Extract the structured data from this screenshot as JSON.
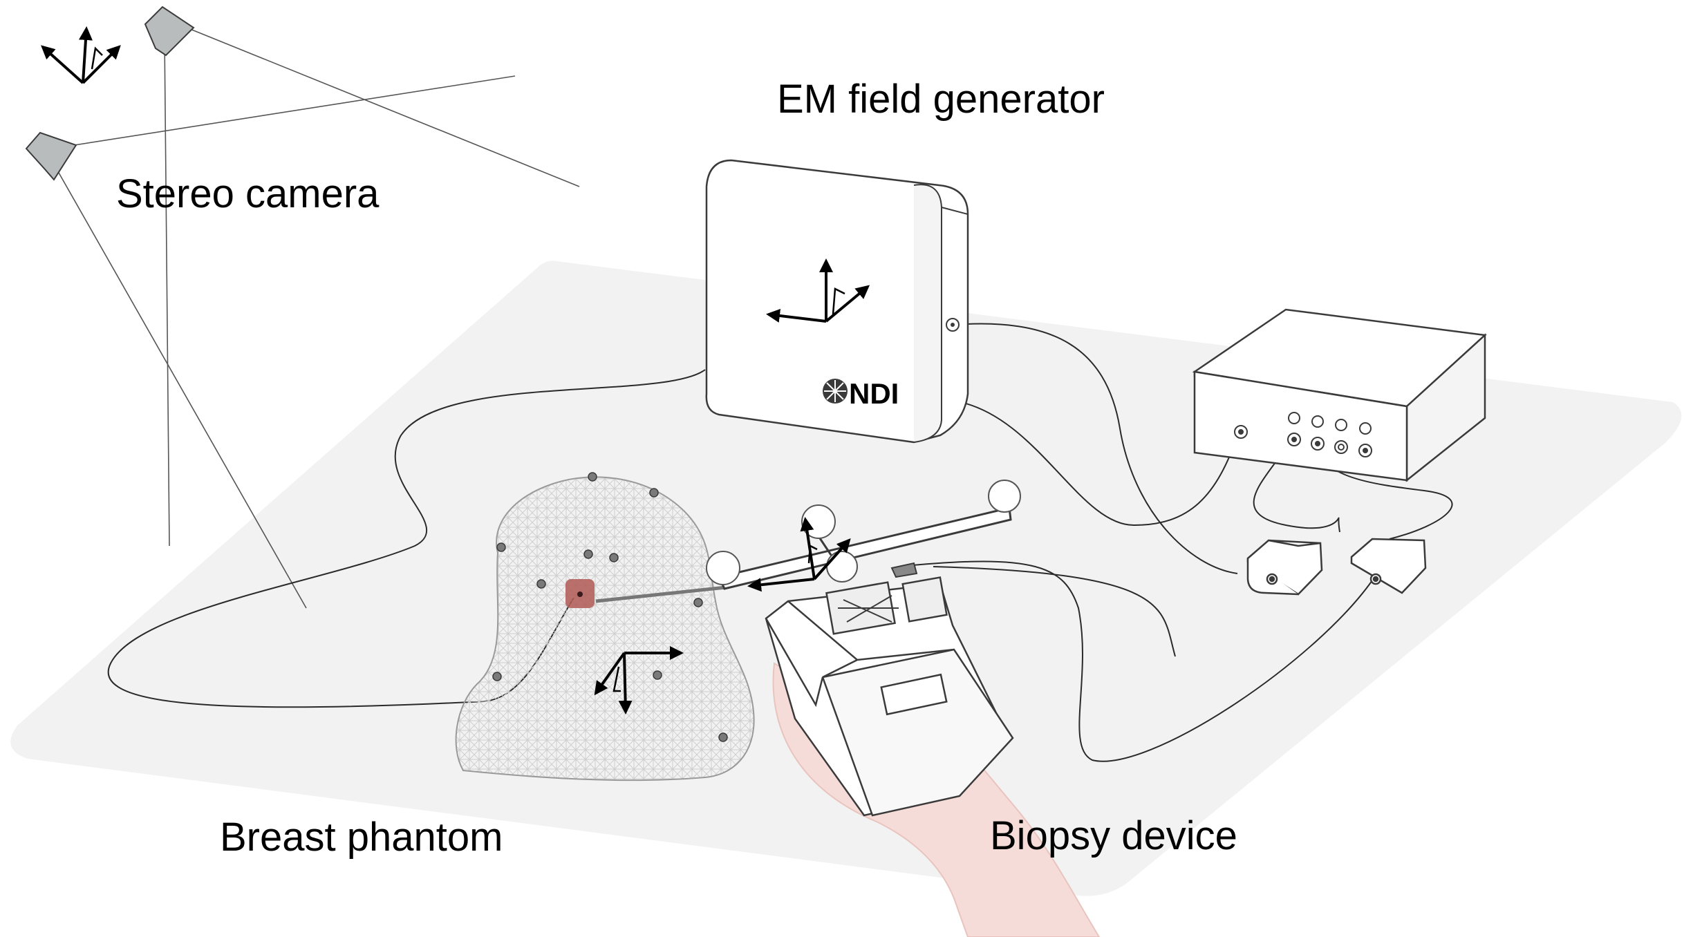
{
  "labels": {
    "stereo_camera": "Stereo camera",
    "em_field_generator": "EM field generator",
    "breast_phantom": "Breast phantom",
    "biopsy_device": "Biopsy device",
    "logo_text": "NDI"
  },
  "colors": {
    "floor": "#f2f2f2",
    "outline": "#3a3a3a",
    "camera_fill": "#b9bcbd",
    "lesion": "#b05a55",
    "marker": "#7a7a7a",
    "hand": "#f6dcd8",
    "mesh": "#c8c8c8"
  },
  "icons": [
    "coordinate-frame-icon",
    "camera-icon",
    "ndi-logo-icon",
    "tracking-sphere-icon"
  ]
}
